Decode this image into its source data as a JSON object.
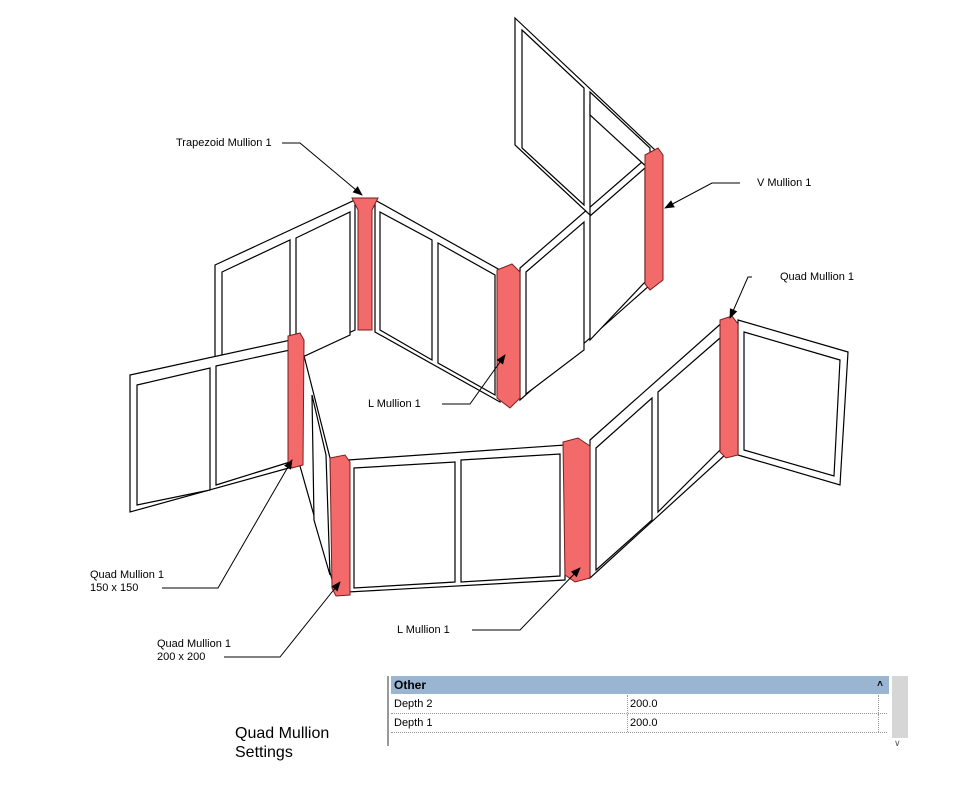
{
  "labels": {
    "trapezoid": "Trapezoid Mullion 1",
    "v_mullion": "V Mullion 1",
    "quad_top": "Quad Mullion 1",
    "l_mullion_upper": "L Mullion 1",
    "quad_150": "Quad Mullion 1",
    "quad_150_size": "150 x 150",
    "quad_200": "Quad Mullion 1",
    "quad_200_size": "200 x 200",
    "l_mullion_lower": "L Mullion 1"
  },
  "caption": {
    "line1": "Quad Mullion",
    "line2": "Settings"
  },
  "properties": {
    "group": "Other",
    "rows": [
      {
        "name": "Depth 2",
        "value": "200.0"
      },
      {
        "name": "Depth 1",
        "value": "200.0"
      }
    ]
  },
  "colors": {
    "mullion": "#f26a6a",
    "header": "#9ab5d1"
  }
}
